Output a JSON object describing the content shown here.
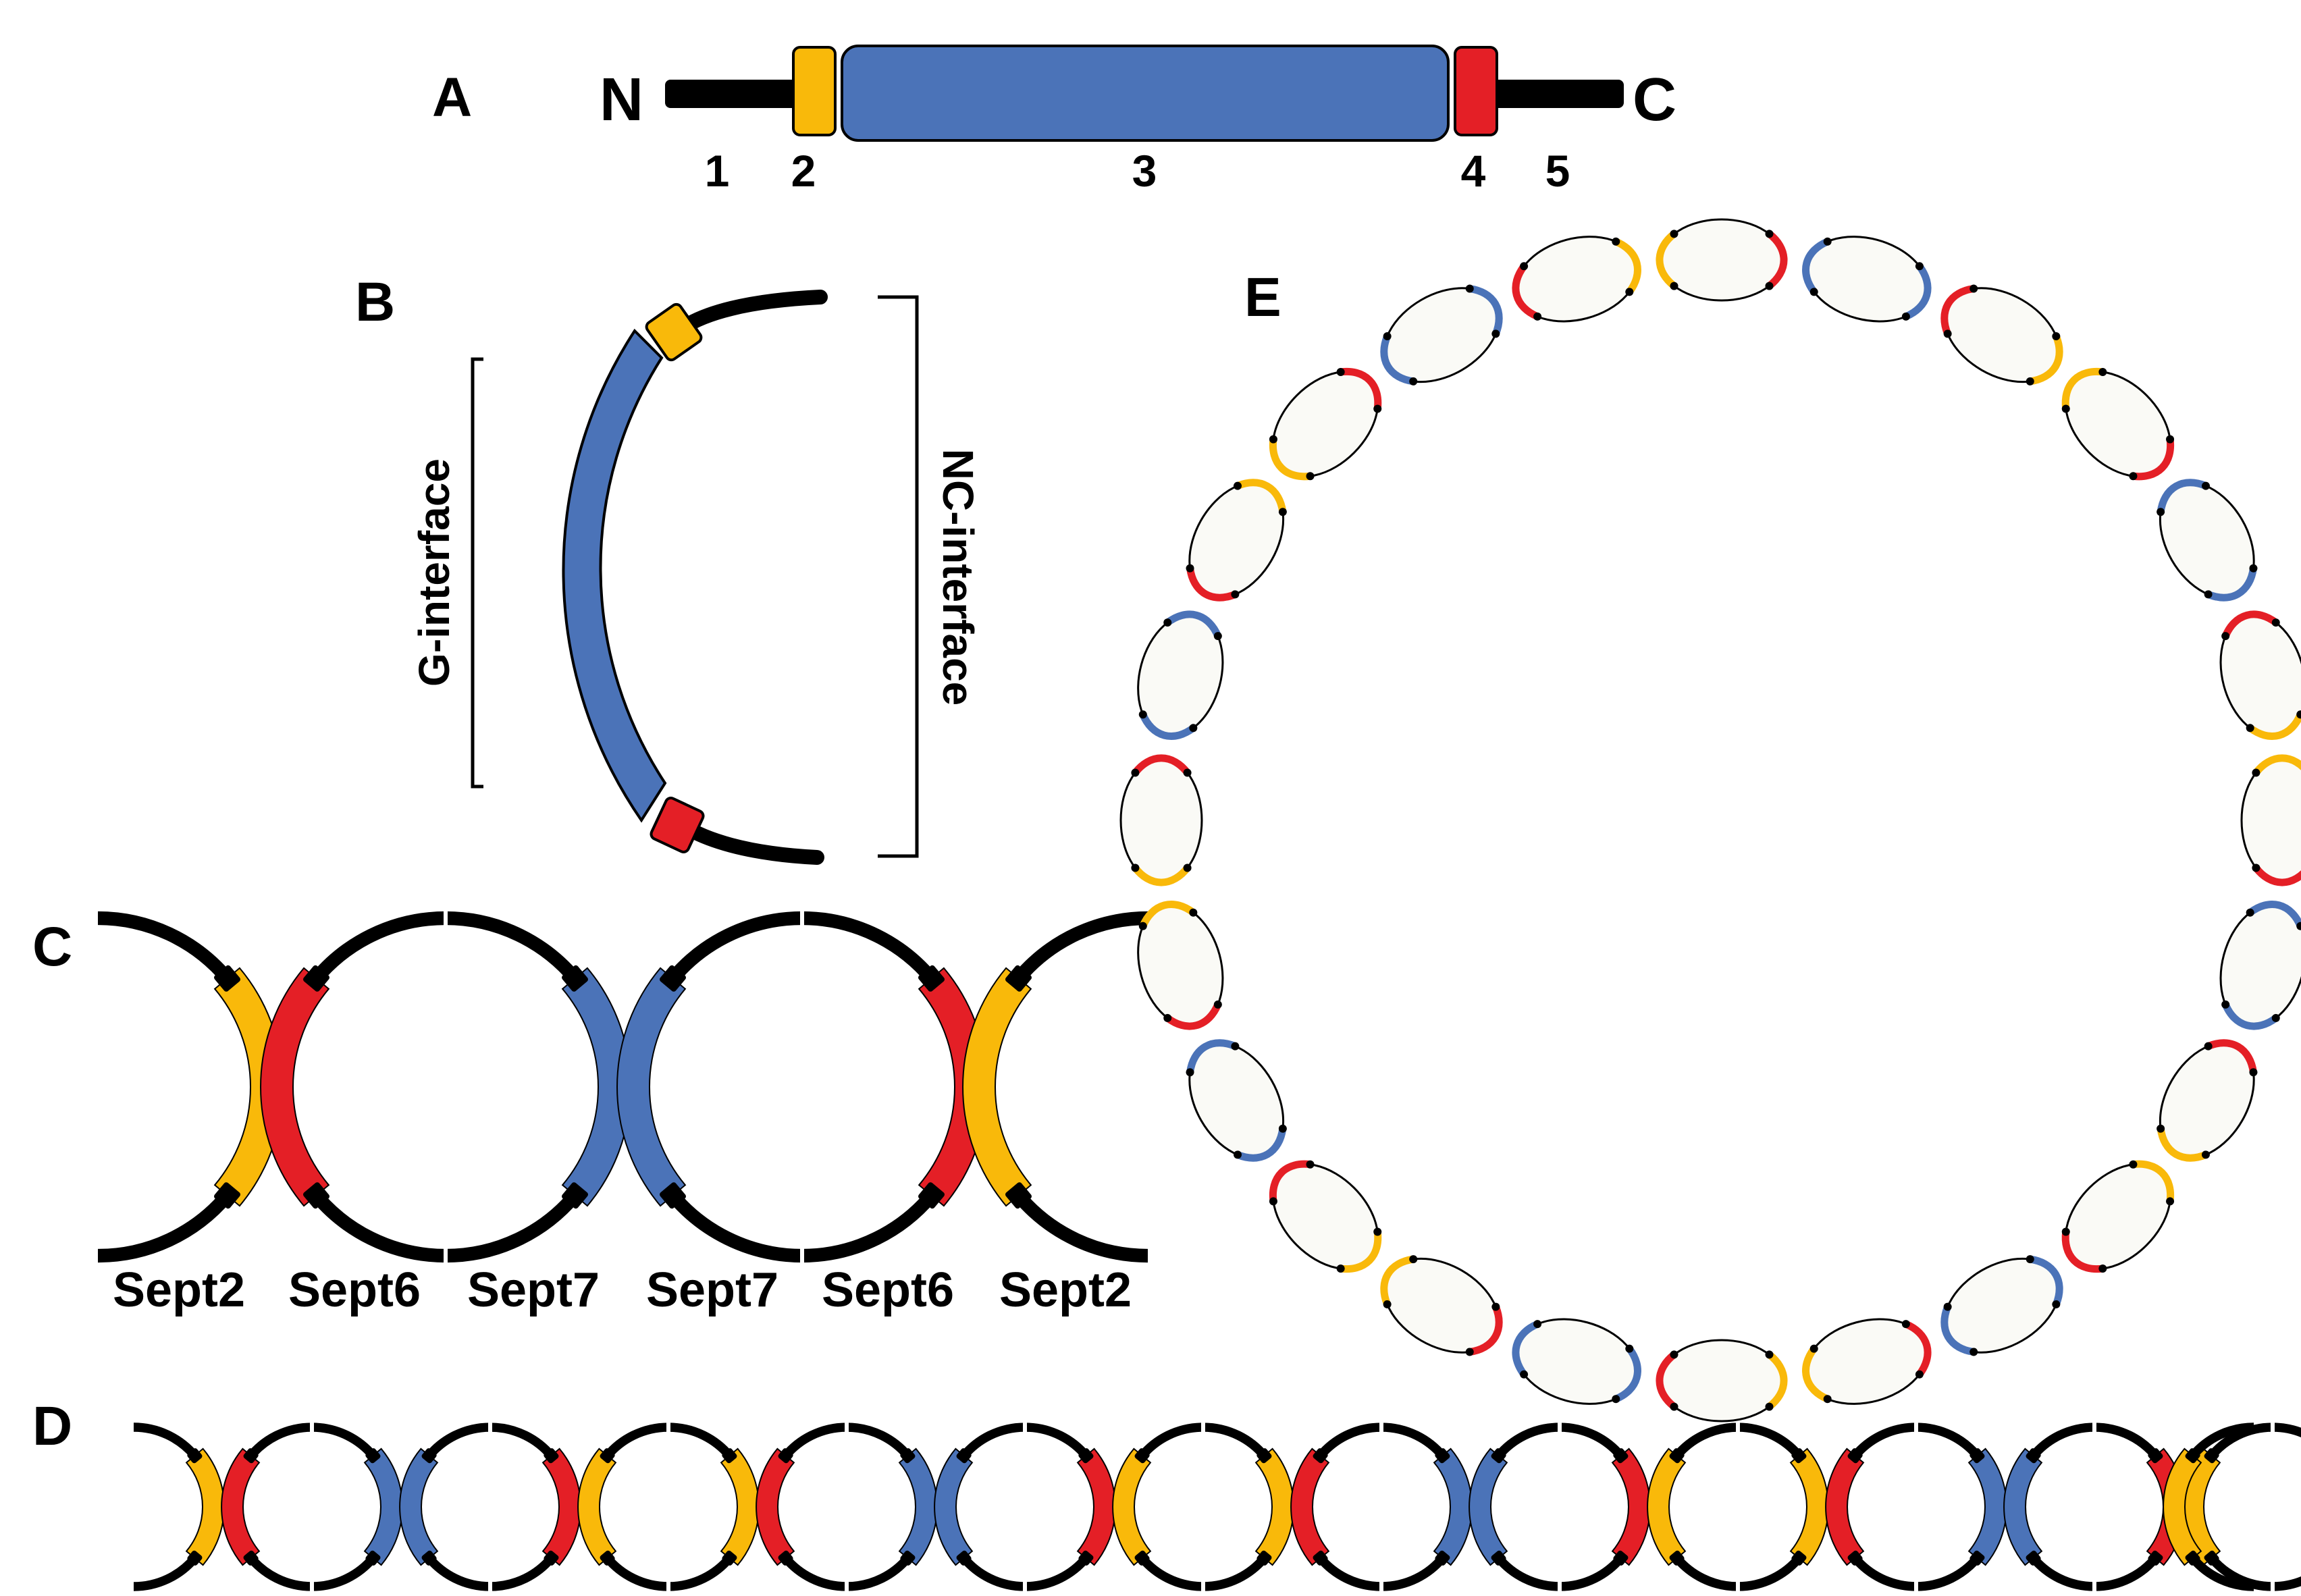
{
  "colors": {
    "yellow": "#F9B90A",
    "blue": "#4B73B8",
    "red": "#E41F26",
    "black": "#000000",
    "ring_fill": "#FAFAF6"
  },
  "panels": {
    "a": {
      "letter": "A",
      "n_terminus": "N",
      "c_terminus": "C",
      "domains": [
        "1",
        "2",
        "3",
        "4",
        "5"
      ]
    },
    "b": {
      "letter": "B",
      "g_interface": "G-interface",
      "nc_interface": "NC-interface"
    },
    "c": {
      "letter": "C",
      "subunits": [
        "Sept2",
        "Sept6",
        "Sept7",
        "Sept7",
        "Sept6",
        "Sept2"
      ]
    },
    "d": {
      "letter": "D"
    },
    "e": {
      "letter": "E",
      "ring_units": 24
    }
  }
}
